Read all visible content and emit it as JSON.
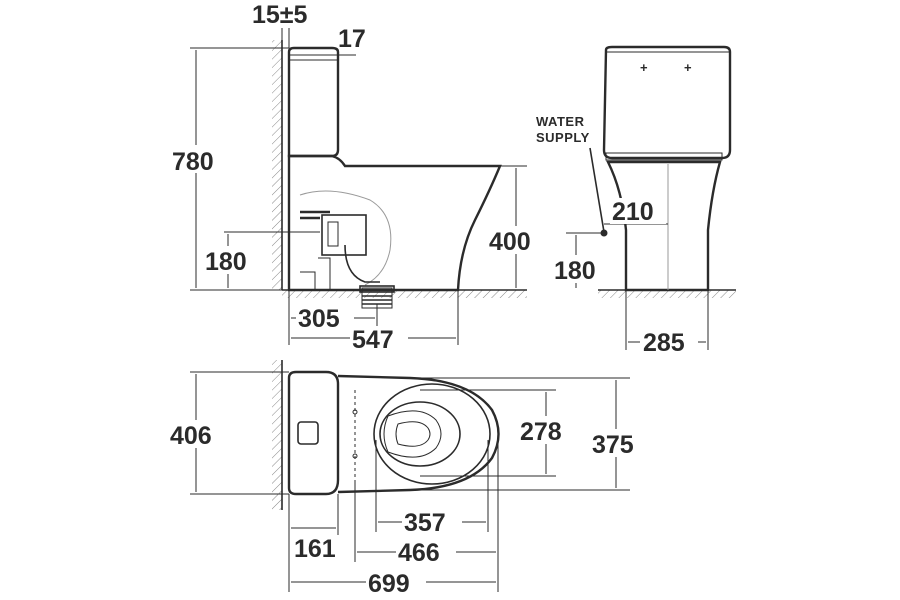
{
  "labels": {
    "gap_wall": "15±5",
    "tank_offset": "17",
    "total_height": "780",
    "inlet_height_side": "180",
    "seat_height": "400",
    "outlet_centre": "305",
    "projection": "547",
    "water_supply_line1": "WATER",
    "water_supply_line2": "SUPPLY",
    "supply_offset": "210",
    "inlet_height_front": "180",
    "front_width": "285",
    "tank_width": "406",
    "seat_inner_width": "278",
    "bowl_width": "375",
    "tank_depth": "161",
    "seat_inner_length": "357",
    "bowl_length": "466",
    "total_length": "699"
  },
  "colors": {
    "line": "#2b2b2b",
    "background": "#ffffff"
  }
}
